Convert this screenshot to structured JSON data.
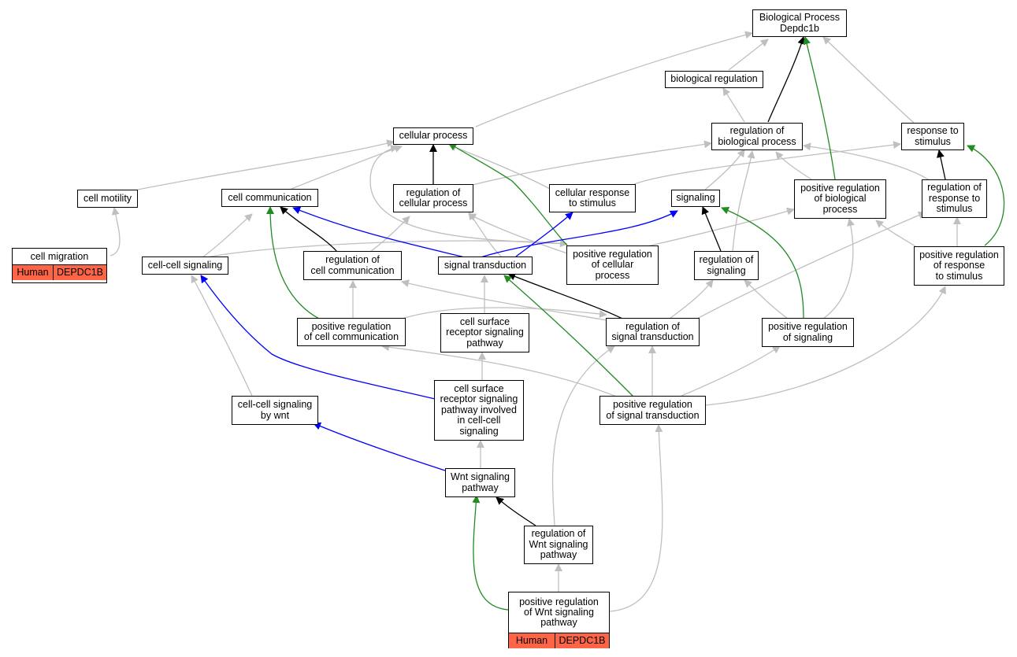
{
  "colors": {
    "gray": "#bfbfbf",
    "black": "#000000",
    "green": "#228b22",
    "blue": "#0000ff",
    "highlight": "#fe6446"
  },
  "nodes": {
    "bp": {
      "label": "Biological Process\nDepdc1b"
    },
    "biological_regulation": {
      "label": "biological regulation"
    },
    "cellular_process": {
      "label": "cellular process"
    },
    "reg_biological_process": {
      "label": "regulation of\nbiological process"
    },
    "response_to_stimulus": {
      "label": "response to\nstimulus"
    },
    "cell_motility": {
      "label": "cell motility"
    },
    "cell_communication": {
      "label": "cell communication"
    },
    "reg_cellular_process": {
      "label": "regulation of\ncellular process"
    },
    "cellular_response": {
      "label": "cellular response\nto stimulus"
    },
    "signaling": {
      "label": "signaling"
    },
    "pos_reg_biological_process": {
      "label": "positive regulation\nof biological\nprocess"
    },
    "reg_response_to_stimulus": {
      "label": "regulation of\nresponse to\nstimulus"
    },
    "cell_cell_signaling": {
      "label": "cell-cell signaling"
    },
    "reg_cell_communication": {
      "label": "regulation of\ncell communication"
    },
    "signal_transduction": {
      "label": "signal transduction"
    },
    "pos_reg_cellular_process": {
      "label": "positive regulation\nof cellular\nprocess"
    },
    "reg_signaling": {
      "label": "regulation of\nsignaling"
    },
    "pos_reg_response_to_stimulus": {
      "label": "positive regulation\nof response\nto stimulus"
    },
    "pos_reg_cell_communication": {
      "label": "positive regulation\nof cell communication"
    },
    "cell_surface_receptor": {
      "label": "cell surface\nreceptor signaling\npathway"
    },
    "reg_signal_transduction": {
      "label": "regulation of\nsignal transduction"
    },
    "pos_reg_signaling": {
      "label": "positive regulation\nof signaling"
    },
    "cell_cell_signaling_wnt": {
      "label": "cell-cell signaling\nby wnt"
    },
    "csr_involved": {
      "label": "cell surface\nreceptor signaling\npathway involved\nin cell-cell\nsignaling"
    },
    "pos_reg_signal_transduction": {
      "label": "positive regulation\nof signal transduction"
    },
    "wnt_pathway": {
      "label": "Wnt signaling\npathway"
    },
    "reg_wnt": {
      "label": "regulation of\nWnt signaling\npathway"
    }
  },
  "annotated": {
    "cell_migration": {
      "label": "cell migration",
      "species": "Human",
      "gene": "DEPDC1B"
    },
    "pos_reg_wnt": {
      "label": "positive regulation\nof Wnt signaling\npathway",
      "species": "Human",
      "gene": "DEPDC1B"
    }
  }
}
